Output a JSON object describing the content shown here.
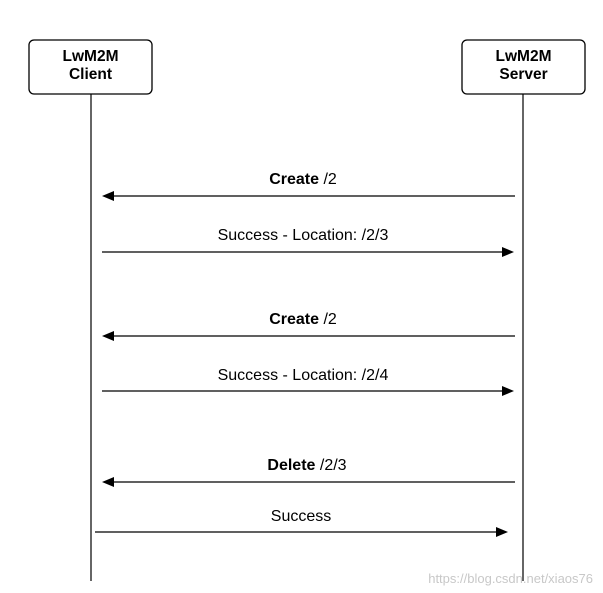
{
  "participants": {
    "client": {
      "line1": "LwM2M",
      "line2": "Client"
    },
    "server": {
      "line1": "LwM2M",
      "line2": "Server"
    }
  },
  "messages": [
    {
      "strong": "Create",
      "rest": " /2",
      "direction": "server-to-client"
    },
    {
      "strong": "",
      "rest": "Success - Location: /2/3",
      "direction": "client-to-server"
    },
    {
      "strong": "Create",
      "rest": " /2",
      "direction": "server-to-client"
    },
    {
      "strong": "",
      "rest": "Success - Location: /2/4",
      "direction": "client-to-server"
    },
    {
      "strong": "Delete",
      "rest": " /2/3",
      "direction": "server-to-client"
    },
    {
      "strong": "",
      "rest": "Success",
      "direction": "client-to-server"
    }
  ],
  "watermark": "https://blog.csdn.net/xiaos76"
}
